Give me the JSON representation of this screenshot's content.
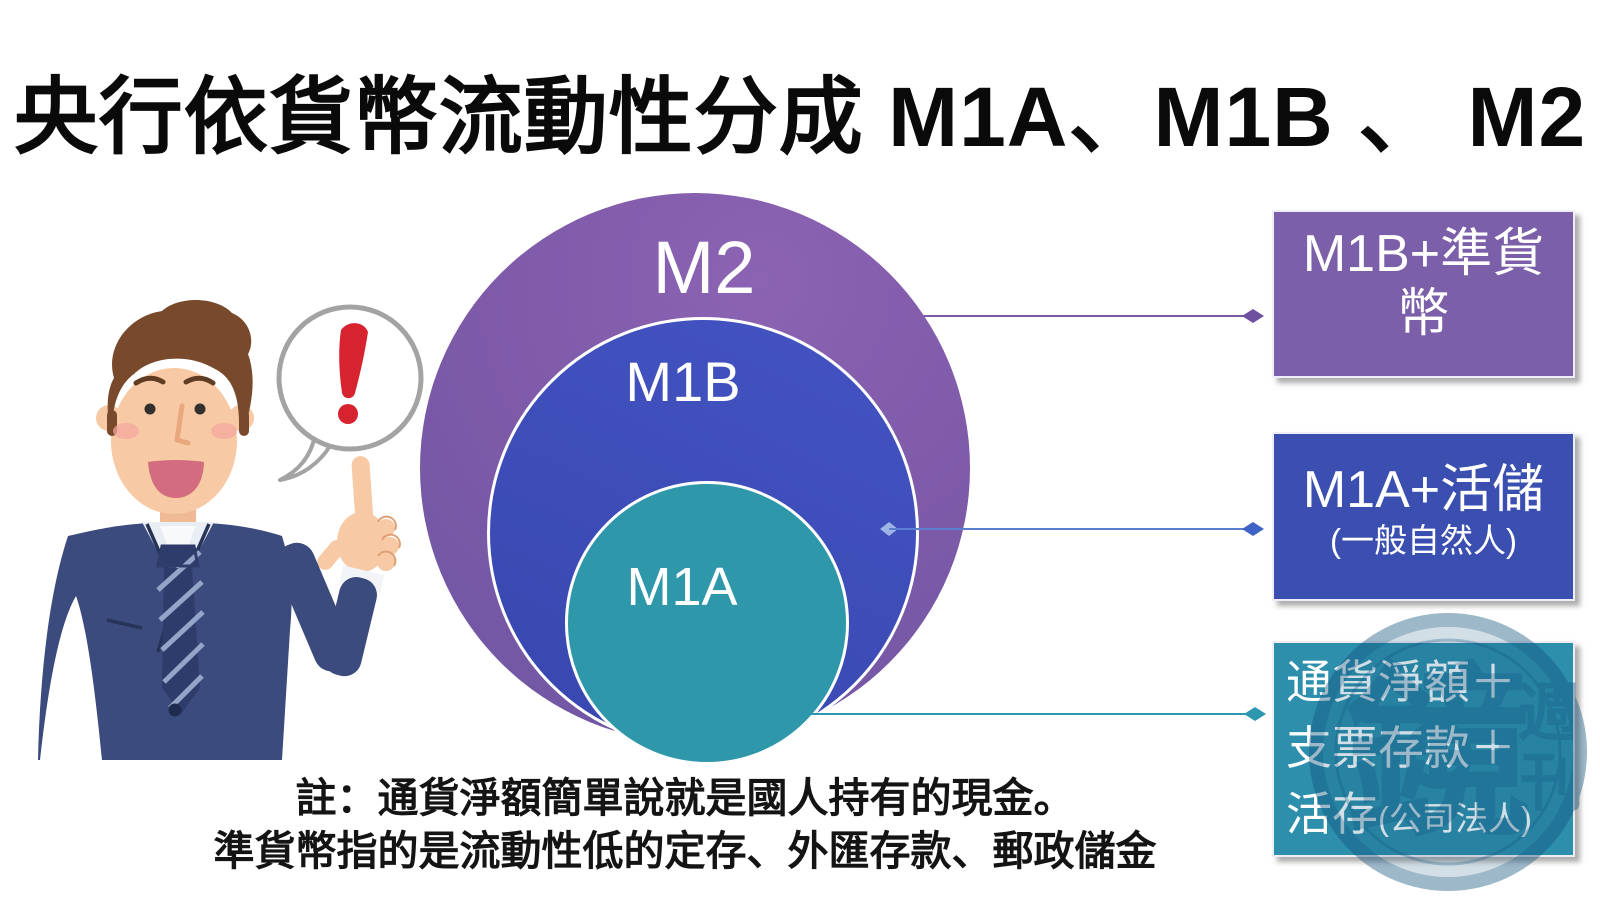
{
  "title": {
    "text": "央行依貨幣流動性分成 M1A、M1B 、 M2"
  },
  "venn": {
    "m2": {
      "label": "M2",
      "color": "#7e5aa9"
    },
    "m1b": {
      "label": "M1B",
      "color": "#3e4eb8"
    },
    "m1a": {
      "label": "M1A",
      "color": "#2e97a9"
    }
  },
  "callouts": [
    {
      "target": "M2",
      "lines": [
        "M1B+準貨",
        "幣"
      ],
      "color": "#7c5fa9"
    },
    {
      "target": "M1B",
      "main": "M1A+活儲",
      "sub": "(一般自然人)",
      "color": "#3b4fb0"
    },
    {
      "target": "M1A",
      "line1": "通貨淨額＋",
      "line2": "支票存款＋",
      "line3_main": "活存",
      "line3_sub": "(公司法人)",
      "color": "#2e8fad"
    }
  ],
  "connector_colors": {
    "m2_line": "#7a5ca6",
    "m1b_line": "#5b7fd0",
    "m1a_line": "#2d97af"
  },
  "notes": {
    "line1": "註：通貨淨額簡單說就是國人持有的現金。",
    "line2": "準貨幣指的是流動性低的定存、外匯存款、郵政儲金"
  },
  "bubble": {
    "exclamation": "!"
  },
  "watermark": {
    "center_char": "鏡",
    "side_top": "週",
    "side_bottom": "刊"
  }
}
